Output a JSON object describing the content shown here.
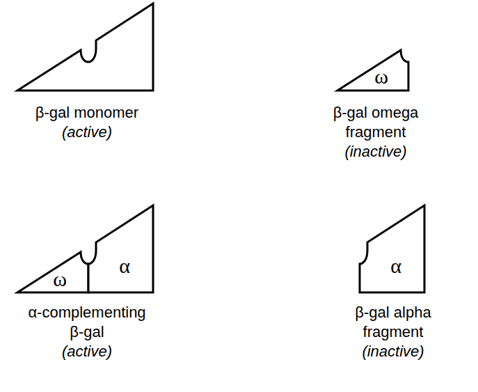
{
  "diagram": {
    "nodes": [
      {
        "text": [
          "β-gal monomer",
          "(active)"
        ]
      },
      {
        "text": [
          "ω",
          "β-gal omega fragment",
          "(inactive)"
        ]
      },
      {
        "text": [
          "α-complementing β-gal",
          "(active)"
        ]
      },
      {
        "text": [
          "ω"
        ],
        "in": 2
      },
      {
        "text": [
          "α"
        ],
        "in": 2
      },
      {
        "text": [
          "α",
          "β-gal alpha fragment",
          "(inactive)"
        ]
      }
    ]
  }
}
